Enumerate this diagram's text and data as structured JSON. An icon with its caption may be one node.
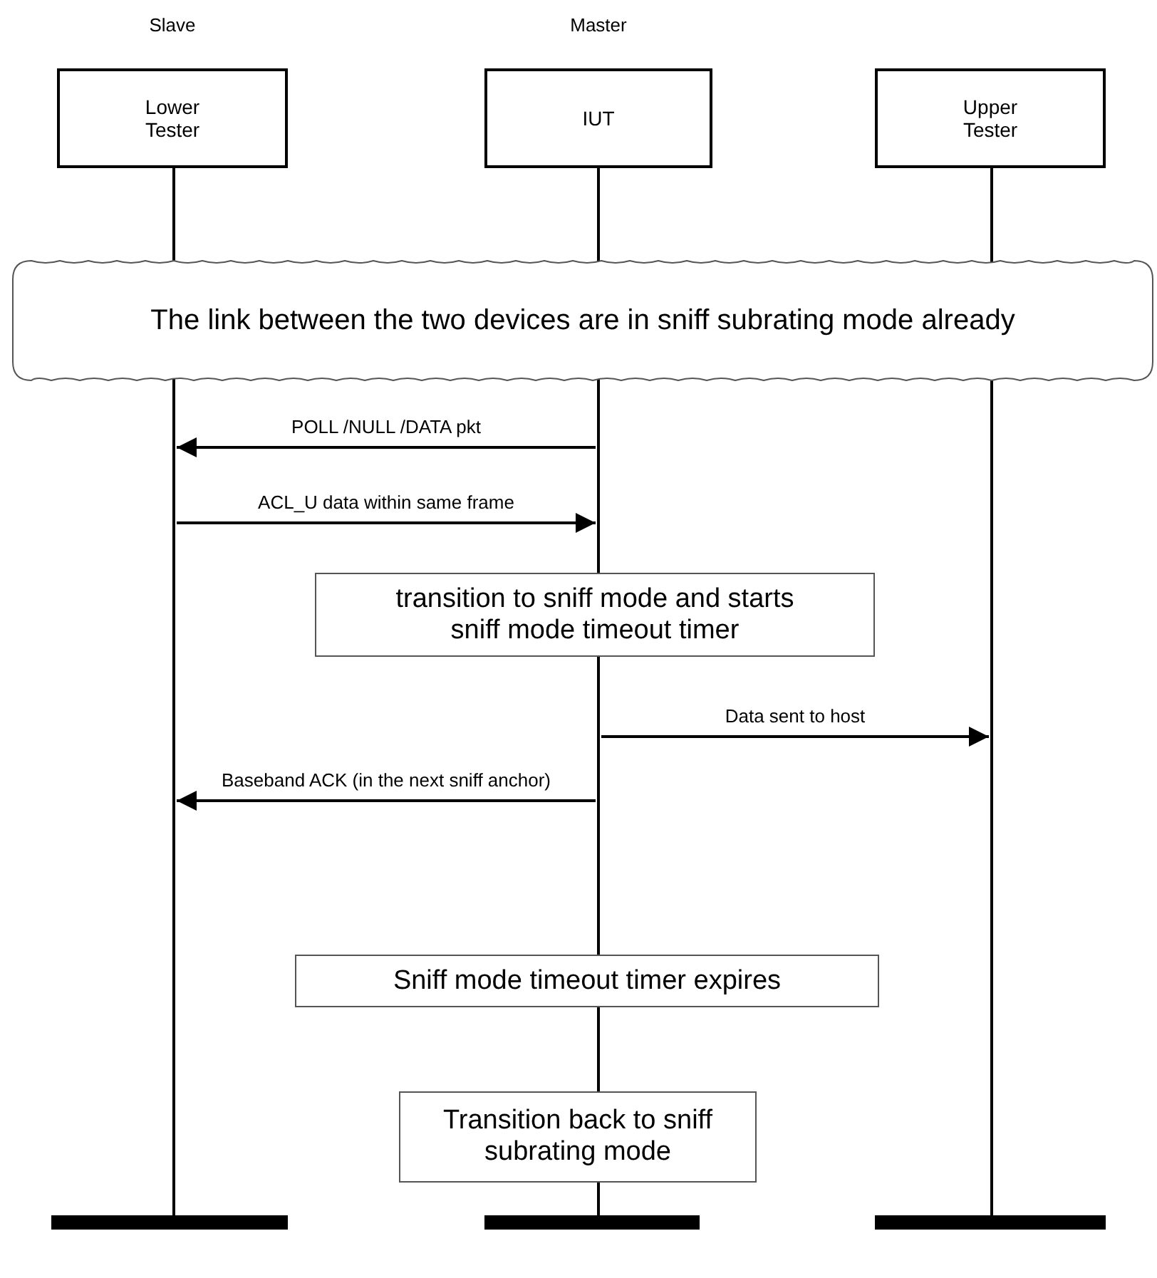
{
  "diagram": {
    "nodes": [
      {
        "text": [
          "Lower Tester"
        ],
        "beside": [
          "Slave"
        ]
      },
      {
        "text": [
          "IUT"
        ],
        "beside": [
          "Master"
        ]
      },
      {
        "text": [
          "Upper Tester"
        ]
      },
      {
        "text": [
          "The link between the two devices are in sniff subrating mode already"
        ]
      },
      {
        "text": [
          "transition to sniff mode and starts sniff mode timeout timer"
        ]
      },
      {
        "text": [
          "Sniff mode timeout timer expires"
        ]
      },
      {
        "text": [
          "Transition back to sniff subrating mode"
        ]
      },
      {
        "text": [],
        "shape": "line"
      },
      {
        "text": [],
        "shape": "line"
      },
      {
        "text": [],
        "shape": "line"
      },
      {
        "text": [],
        "shape": "bar"
      },
      {
        "text": [],
        "shape": "bar"
      },
      {
        "text": [],
        "shape": "bar"
      }
    ],
    "edges": [
      {
        "from": 8,
        "to": 7,
        "arrow": "to",
        "label": "POLL /NULL /DATA pkt"
      },
      {
        "from": 7,
        "to": 8,
        "arrow": "to",
        "label": "ACL_U data within same frame"
      },
      {
        "from": 8,
        "to": 9,
        "arrow": "to",
        "label": "Data sent to host"
      },
      {
        "from": 8,
        "to": 7,
        "arrow": "to",
        "label": "Baseband ACK (in the next sniff anchor)"
      }
    ]
  }
}
